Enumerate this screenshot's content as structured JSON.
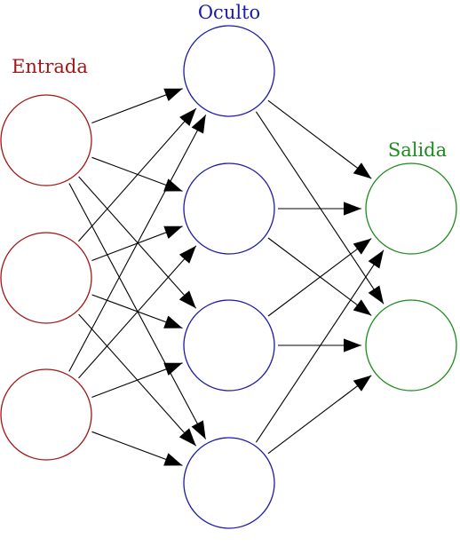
{
  "diagram": {
    "type": "neural-network",
    "layers": [
      {
        "id": "input",
        "label": "Entrada",
        "color": "#a31515",
        "node_count": 3
      },
      {
        "id": "hidden",
        "label": "Oculto",
        "color": "#1a1aa6",
        "node_count": 4
      },
      {
        "id": "output",
        "label": "Salida",
        "color": "#1d8a1d",
        "node_count": 2
      }
    ],
    "connections": "fully-connected",
    "edge_color": "#000000",
    "arrowheads": true
  }
}
